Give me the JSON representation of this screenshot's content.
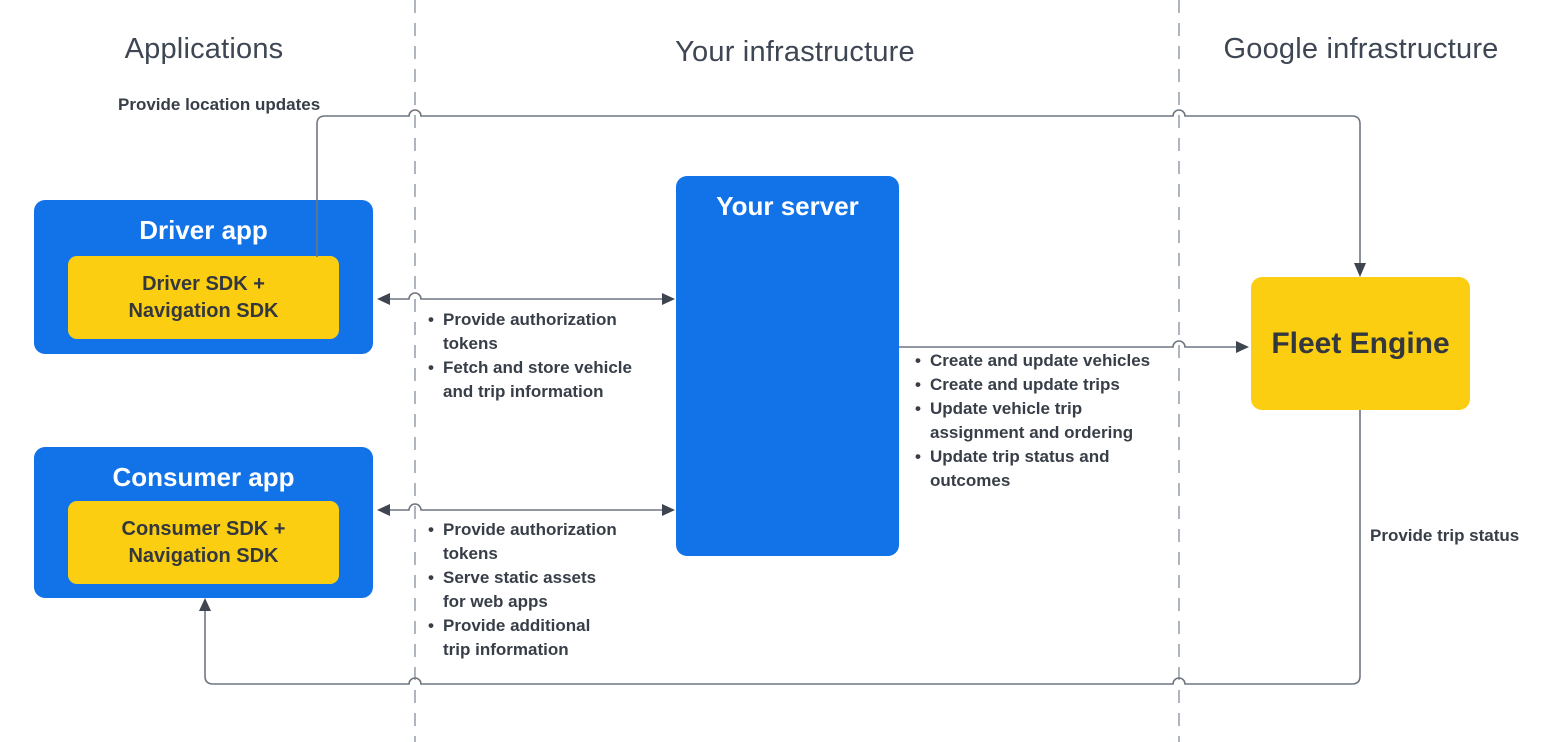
{
  "columns": {
    "applications": "Applications",
    "your_infrastructure": "Your infrastructure",
    "google_infrastructure": "Google infrastructure"
  },
  "nodes": {
    "driver_app": {
      "title": "Driver app",
      "sdk": "Driver SDK +\nNavigation SDK"
    },
    "consumer_app": {
      "title": "Consumer app",
      "sdk": "Consumer SDK +\nNavigation SDK"
    },
    "your_server": {
      "title": "Your server"
    },
    "fleet_engine": {
      "title": "Fleet Engine"
    }
  },
  "edges": {
    "location_updates": {
      "label": "Provide location updates"
    },
    "trip_status": {
      "label": "Provide trip status"
    },
    "driver_server": {
      "bullets": [
        "Provide authorization\ntokens",
        "Fetch and store vehicle\nand trip information"
      ]
    },
    "consumer_server": {
      "bullets": [
        "Provide authorization\ntokens",
        "Serve static assets\nfor web apps",
        "Provide additional\ntrip information"
      ]
    },
    "server_fleet": {
      "bullets": [
        "Create and update vehicles",
        "Create and update trips",
        "Update vehicle trip\nassignment and ordering",
        "Update trip status and\noutcomes"
      ]
    }
  },
  "colors": {
    "blue": "#1273E8",
    "yellow": "#FCCE12",
    "header_text": "#3E4654",
    "body_text": "#383E48",
    "dark_text": "#33373E",
    "line": "#6F7682",
    "arrow": "#3E4551",
    "dashed": "#AFB5BE",
    "white": "#FFFFFF"
  }
}
